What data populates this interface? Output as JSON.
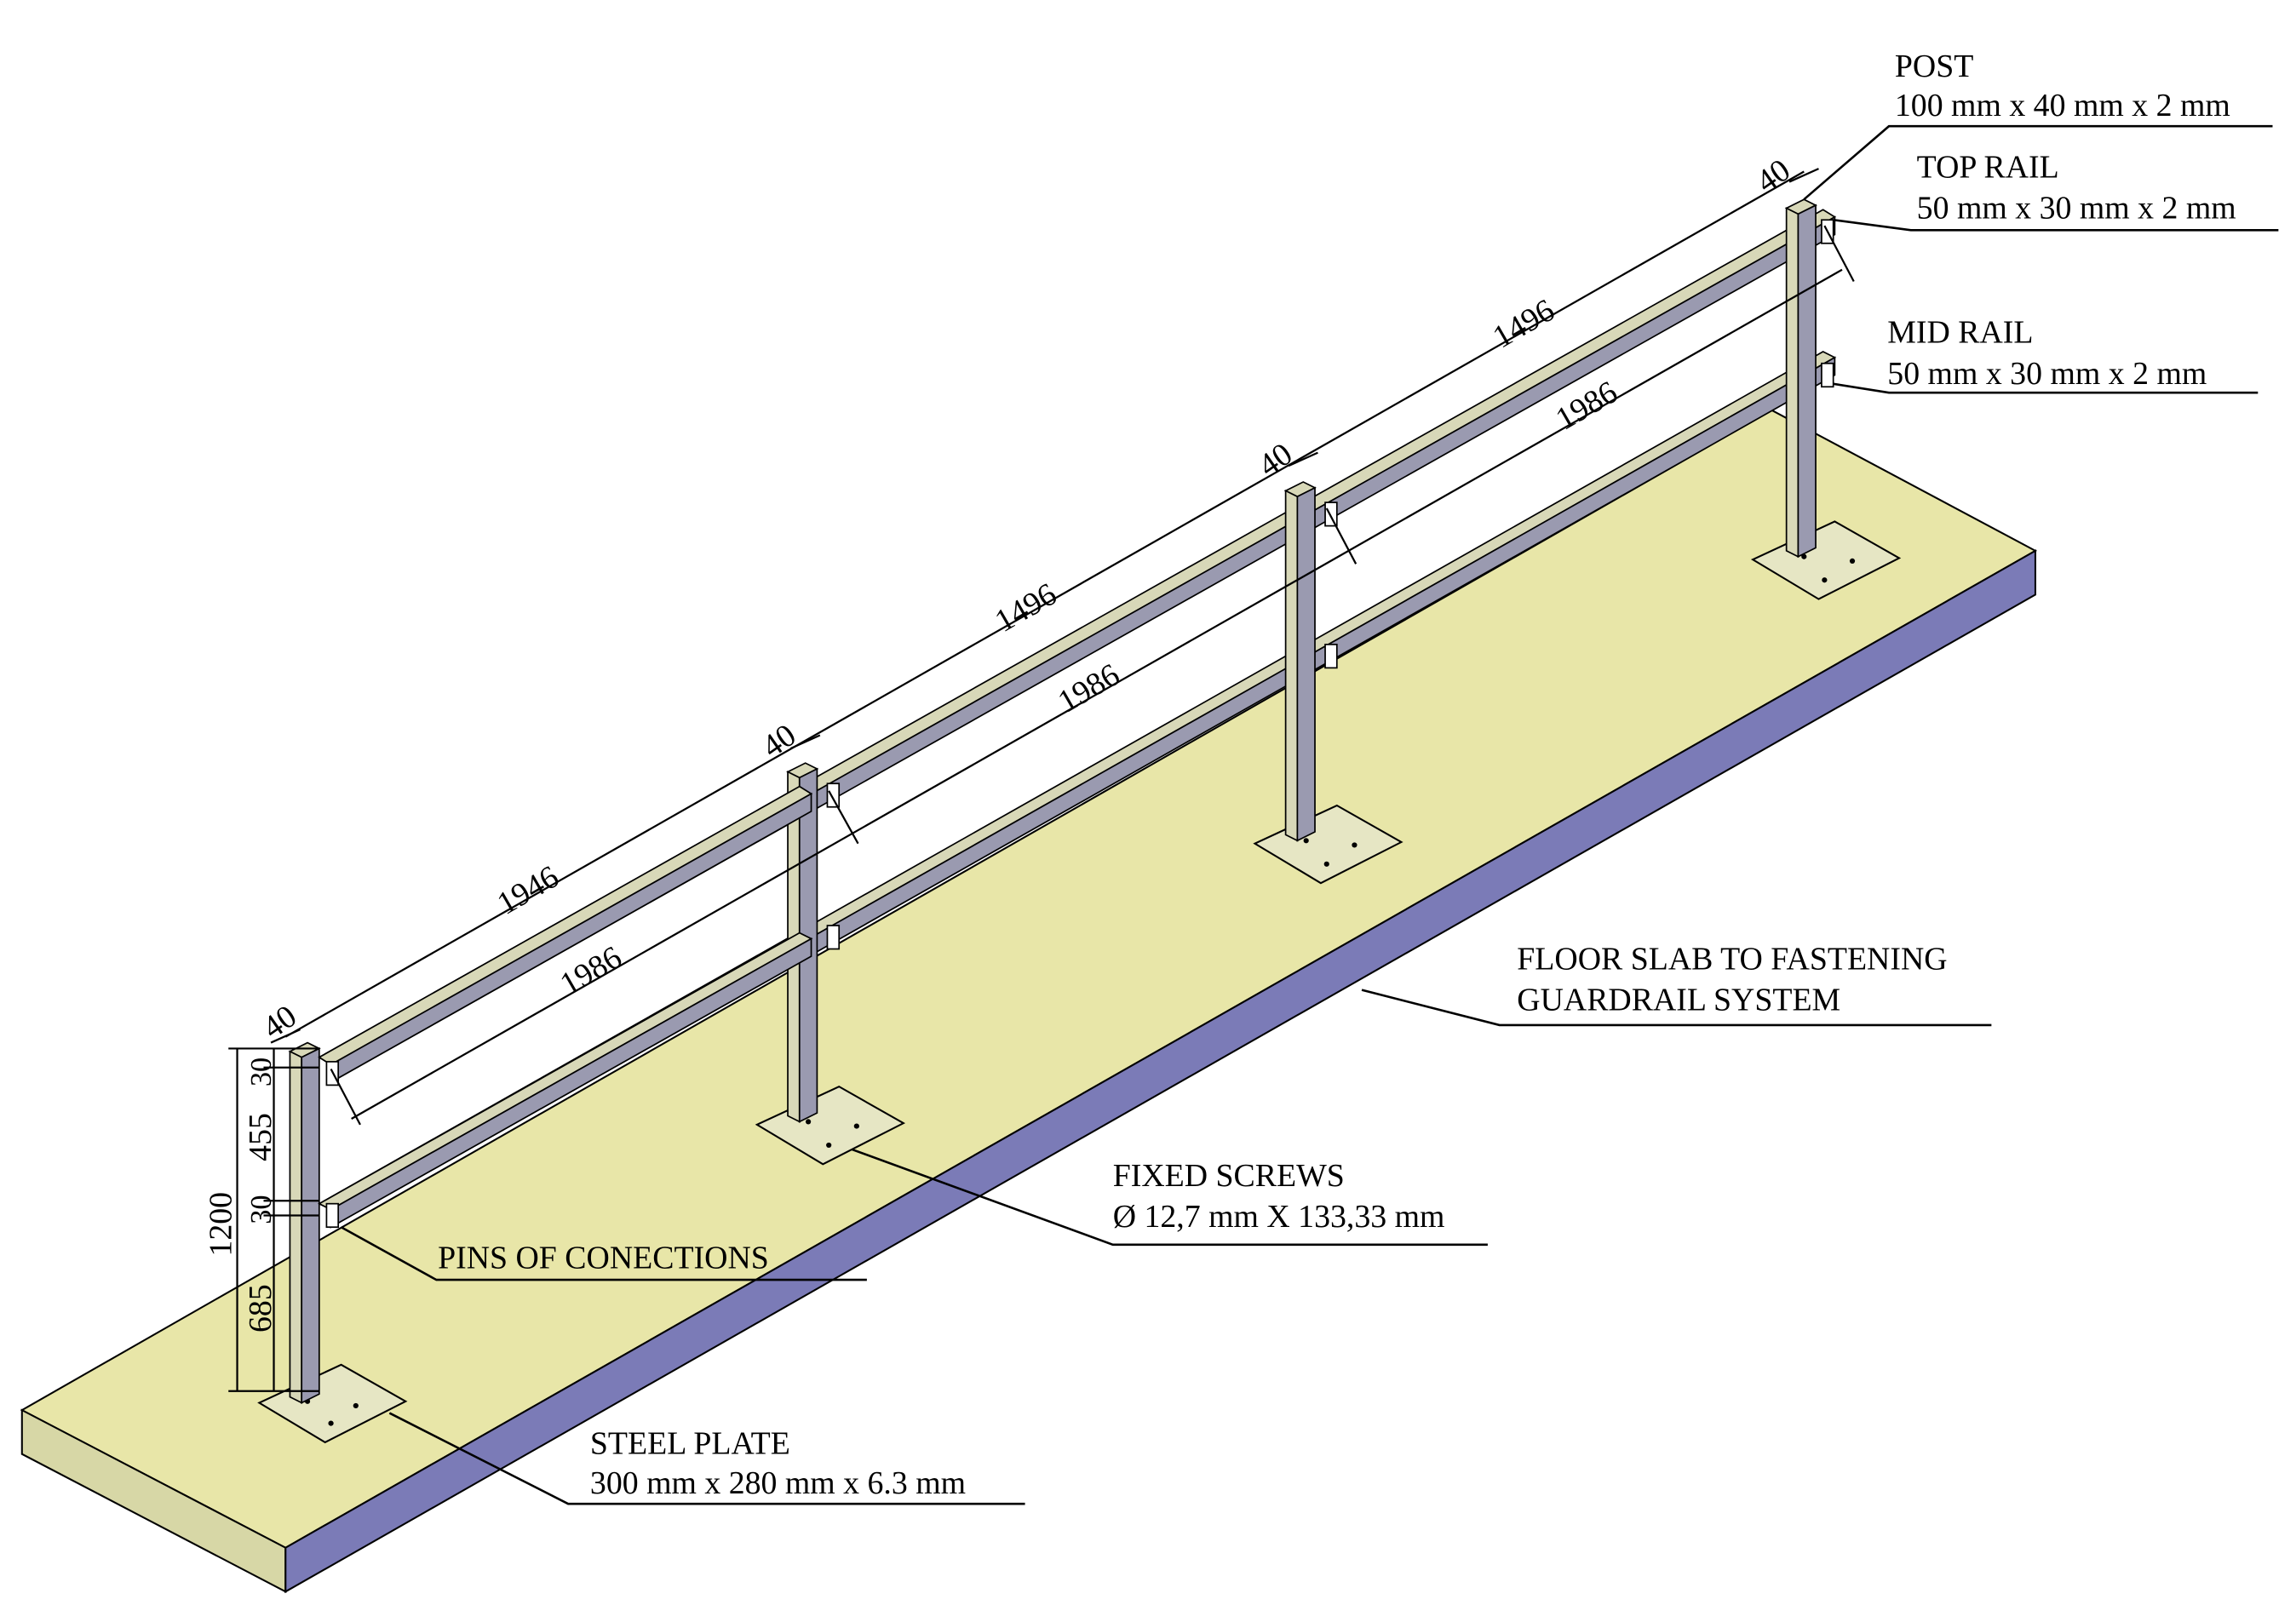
{
  "colors": {
    "slab_top": "#e8e6a8",
    "slab_front": "#d7d7a6",
    "slab_side": "#7b7bb7",
    "steel_face": "#d8d8b8",
    "steel_side": "#9a9ab0",
    "plate": "#e6e6c4",
    "line": "#000000"
  },
  "labels": {
    "post_title": "POST",
    "post_size": "100 mm x 40 mm x 2 mm",
    "top_rail_title": "TOP RAIL",
    "top_rail_size": "50 mm x 30 mm x 2 mm",
    "mid_rail_title": "MID RAIL",
    "mid_rail_size": "50 mm x 30 mm x 2 mm",
    "floor_line1": "FLOOR SLAB TO FASTENING",
    "floor_line2": "GUARDRAIL SYSTEM",
    "screws_title": "FIXED SCREWS",
    "screws_size": "Ø 12,7 mm X 133,33 mm",
    "pins": "PINS OF CONECTIONS",
    "plate_title": "STEEL PLATE",
    "plate_size": "300 mm x 280 mm x 6.3 mm"
  },
  "dimensions": {
    "post_width_1": "40",
    "post_width_2": "40",
    "post_width_3": "40",
    "post_width_4": "40",
    "top_span_1": "1946",
    "top_span_2": "1496",
    "top_span_3": "1496",
    "mid_span_1": "1986",
    "mid_span_2": "1986",
    "mid_span_3": "1986",
    "height_total": "1200",
    "v_top": "30",
    "v_mid_gap": "455",
    "v_mid": "30",
    "v_bottom": "685"
  }
}
